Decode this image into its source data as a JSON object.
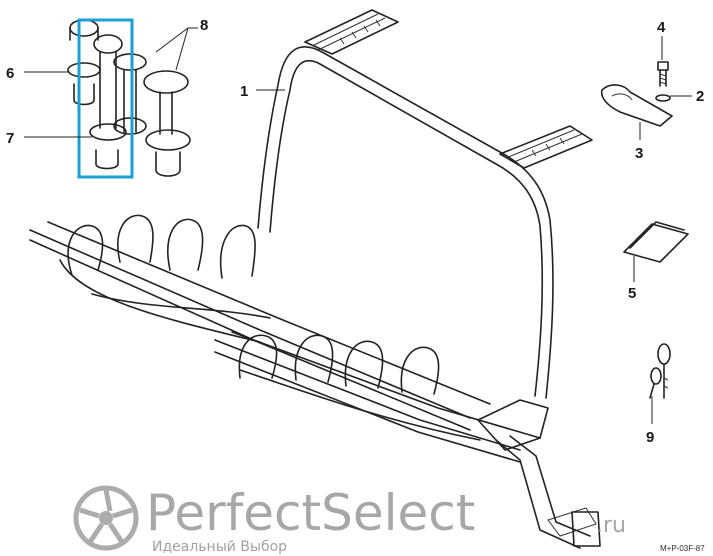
{
  "figure": {
    "parts": [
      {
        "number": "1",
        "component": "rack-frame"
      },
      {
        "number": "2",
        "component": "washer"
      },
      {
        "number": "3",
        "component": "clamp-block"
      },
      {
        "number": "4",
        "component": "bolt"
      },
      {
        "number": "5",
        "component": "instruction-sheet"
      },
      {
        "number": "6",
        "component": "frame-holder-short"
      },
      {
        "number": "7",
        "component": "frame-holder-long"
      },
      {
        "number": "8",
        "component": "frame-holder-pair"
      },
      {
        "number": "9",
        "component": "keys"
      }
    ],
    "reference_code": "M+P-03F-87",
    "highlight_color": "#1a9fd6"
  },
  "watermark": {
    "brand": "PerfectSelect",
    "tld": ".ru",
    "tagline": "Идеальный Выбор"
  }
}
